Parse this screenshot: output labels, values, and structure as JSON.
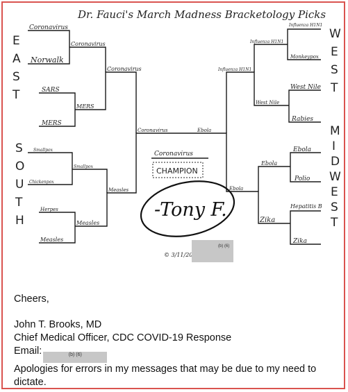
{
  "bracket": {
    "title": "Dr. Fauci's March Madness Bracketology Picks",
    "regions": {
      "east": "EAST",
      "south": "SOUTH",
      "west": "WEST",
      "midwest": "MIDWEST"
    },
    "east": {
      "round1": [
        "Coronavirus",
        "Norwalk",
        "SARS",
        "MERS"
      ],
      "round2": [
        "Coronavirus",
        "MERS"
      ],
      "round3": [
        "Coronavirus"
      ]
    },
    "south": {
      "round1": [
        "Smallpox",
        "Chickenpox",
        "Herpes",
        "Measles"
      ],
      "round2": [
        "Smallpox",
        "Measles"
      ],
      "round3": [
        "Measles"
      ]
    },
    "west": {
      "round1": [
        "Influenza H1N1",
        "Monkeypox",
        "West Nile",
        "Rabies"
      ],
      "round2": [
        "Influenza H1N1",
        "West Nile"
      ],
      "round3": [
        "Influenza H1N1"
      ]
    },
    "midwest": {
      "round1": [
        "Ebola",
        "Polio",
        "Hepatitis B",
        "Zika"
      ],
      "round2": [
        "Ebola",
        "Zika"
      ],
      "round3": [
        "Ebola"
      ]
    },
    "final_left": "Coronavirus",
    "final_right": "Ebola",
    "champion_name": "Coronavirus",
    "champion_label": "CHAMPION",
    "signature": "-Tony F.",
    "copyright": "© 3/11/20.",
    "redaction_code": "(b) (6)"
  },
  "email": {
    "greeting": "Cheers,",
    "name": "John T. Brooks, MD",
    "role": "Chief Medical Officer, CDC COVID-19 Response",
    "email_label": "Email:",
    "redaction_code": "(b) (6)",
    "apology": "Apologies for errors in my messages that may be due to my need to dictate."
  },
  "colors": {
    "frame": "#d9534f",
    "redaction": "#c7c7c7",
    "ink": "#1a1a1a"
  }
}
